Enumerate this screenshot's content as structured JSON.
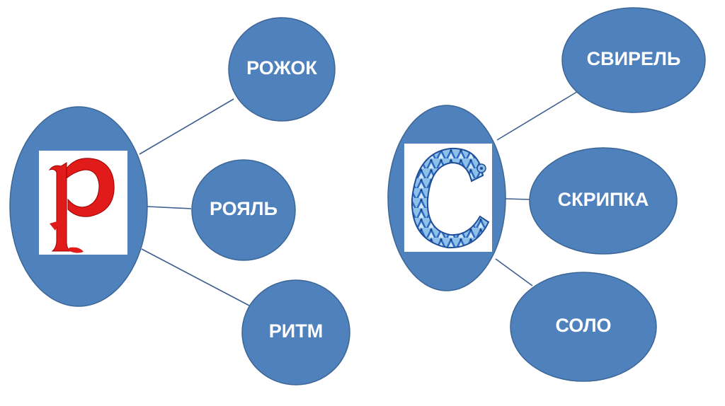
{
  "diagrams": [
    {
      "letter": "Р",
      "letter_icon": "red-gothic-letter-r",
      "words": [
        "РОЖОК",
        "РОЯЛЬ",
        "РИТМ"
      ]
    },
    {
      "letter": "С",
      "letter_icon": "blue-ornamental-letter-s",
      "words": [
        "СВИРЕЛЬ",
        "СКРИПКА",
        "СОЛО"
      ]
    }
  ],
  "colors": {
    "node_fill": "#4f81bd",
    "node_border": "#3c6696",
    "connector": "#3d5f8f",
    "letter_r": "#e11a1a",
    "letter_s_light": "#8ec0ea",
    "letter_s_dark": "#1f4e9a"
  }
}
